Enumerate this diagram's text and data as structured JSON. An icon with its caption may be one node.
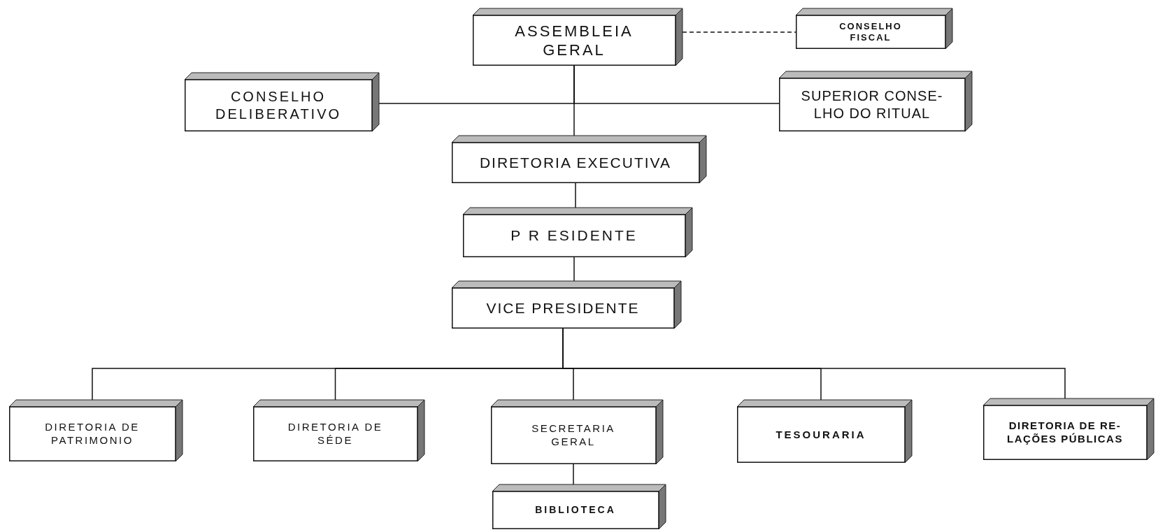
{
  "diagram": {
    "nodes": [
      {
        "text": [
          "ASSEMBLEIA GERAL"
        ]
      },
      {
        "text": [
          "CONSELHO FISCAL"
        ]
      },
      {
        "text": [
          "CONSELHO DELIBERATIVO"
        ]
      },
      {
        "text": [
          "SUPERIOR CONSE- LHO DO RITUAL"
        ]
      },
      {
        "text": [
          "DIRETORIA EXECUTIVA"
        ]
      },
      {
        "text": [
          "P R ESIDENTE"
        ]
      },
      {
        "text": [
          "VICE PRESIDENTE"
        ]
      },
      {
        "text": [
          "DIRETORIA DE PATRIMONIO"
        ]
      },
      {
        "text": [
          "DIRETORIA DE SÉDE"
        ]
      },
      {
        "text": [
          "SECRETARIA GERAL"
        ]
      },
      {
        "text": [
          "TESOURARIA"
        ]
      },
      {
        "text": [
          "DIRETORIA DE RE- LAÇÕES PÚBLICAS"
        ]
      },
      {
        "text": [
          "BIBLIOTECA"
        ]
      }
    ],
    "edges": [
      {
        "from": 0,
        "to": 1,
        "arrow": "none",
        "style": "dashed"
      },
      {
        "from": 0,
        "to": 2,
        "arrow": "none"
      },
      {
        "from": 0,
        "to": 3,
        "arrow": "none"
      },
      {
        "from": 0,
        "to": 4,
        "arrow": "none"
      },
      {
        "from": 4,
        "to": 5,
        "arrow": "none"
      },
      {
        "from": 5,
        "to": 6,
        "arrow": "none"
      },
      {
        "from": 6,
        "to": 7,
        "arrow": "none"
      },
      {
        "from": 6,
        "to": 8,
        "arrow": "none"
      },
      {
        "from": 6,
        "to": 9,
        "arrow": "none"
      },
      {
        "from": 6,
        "to": 10,
        "arrow": "none"
      },
      {
        "from": 6,
        "to": 11,
        "arrow": "none"
      },
      {
        "from": 9,
        "to": 12,
        "arrow": "none"
      }
    ]
  }
}
